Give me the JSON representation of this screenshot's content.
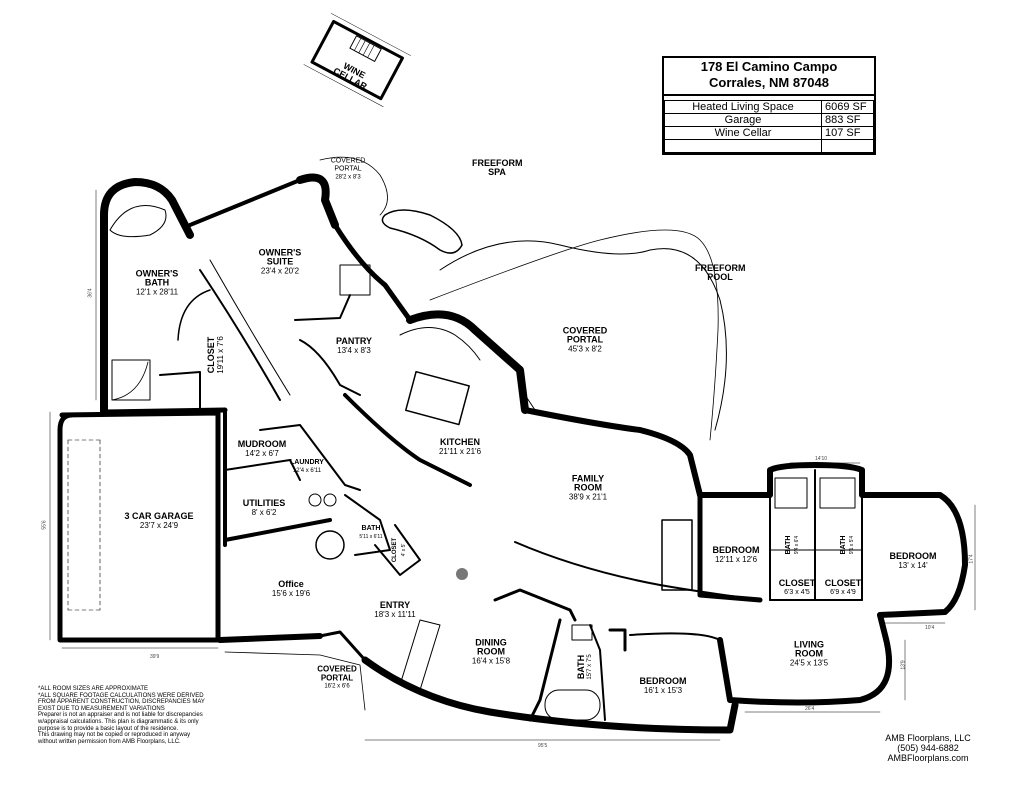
{
  "property": {
    "address_line1": "178 El Camino Campo",
    "address_line2": "Corrales, NM 87048",
    "areas": [
      {
        "label": "Heated Living Space",
        "value": "6069 SF"
      },
      {
        "label": "Garage",
        "value": "883 SF"
      },
      {
        "label": "Wine Cellar",
        "value": "107 SF"
      }
    ]
  },
  "rooms": {
    "wine_cellar": {
      "name": "WINE CELLAR"
    },
    "covered_portal_north": {
      "name": "COVERED PORTAL",
      "size": "28'2 x 8'3"
    },
    "freeform_spa": {
      "name": "FREEFORM SPA"
    },
    "freeform_pool": {
      "name": "FREEFORM POOL"
    },
    "owners_bath": {
      "name": "OWNER'S BATH",
      "size": "12'1 x 28'11"
    },
    "owners_suite": {
      "name": "OWNER'S SUITE",
      "size": "23'4 x 20'2"
    },
    "closet_owner": {
      "name": "CLOSET",
      "size": "19'11 x 7'6"
    },
    "pantry": {
      "name": "PANTRY",
      "size": "13'4 x 8'3"
    },
    "covered_portal_east": {
      "name": "COVERED PORTAL",
      "size": "45'3 x 8'2"
    },
    "kitchen": {
      "name": "KITCHEN",
      "size": "21'11 x 21'6"
    },
    "mudroom": {
      "name": "MUDROOM",
      "size": "14'2 x 6'7"
    },
    "laundry": {
      "name": "LAUNDRY",
      "size": "12'4 x 6'11"
    },
    "utilities": {
      "name": "UTILITIES",
      "size": "8' x 6'2"
    },
    "garage": {
      "name": "3 CAR GARAGE",
      "size": "23'7 x 24'9"
    },
    "bath_laundry": {
      "name": "BATH",
      "size": "5'11 x 6'11"
    },
    "closet_laundry": {
      "name": "CLOSET",
      "size": "4' x 5'"
    },
    "family_room": {
      "name": "FAMILY ROOM",
      "size": "38'9 x 21'1"
    },
    "bedroom_east1": {
      "name": "BEDROOM",
      "size": "12'11 x 12'6"
    },
    "bath_east1": {
      "name": "BATH",
      "size": "9'4 x 6'4"
    },
    "bath_east2": {
      "name": "BATH",
      "size": "9'1 x 5'4"
    },
    "closet_east1": {
      "name": "CLOSET",
      "size": "6'3 x 4'5"
    },
    "closet_east2": {
      "name": "CLOSET",
      "size": "6'9 x 4'9"
    },
    "bedroom_east2": {
      "name": "BEDROOM",
      "size": "13' x 14'"
    },
    "office": {
      "name": "Office",
      "size": "15'6 x 19'6"
    },
    "entry": {
      "name": "ENTRY",
      "size": "18'3 x 11'11"
    },
    "dining_room": {
      "name": "DINING ROOM",
      "size": "16'4 x 15'8"
    },
    "bath_south": {
      "name": "BATH",
      "size": "15'7 x 7'5"
    },
    "bedroom_south": {
      "name": "BEDROOM",
      "size": "16'1 x 15'3"
    },
    "living_room": {
      "name": "LIVING ROOM",
      "size": "24'5 x 13'5"
    },
    "covered_portal_south": {
      "name": "COVERED PORTAL",
      "size": "16'2 x 6'6"
    }
  },
  "dimensions": {
    "garage_width": "39'9",
    "garage_height": "55'6",
    "west_wall": "36'4",
    "south_total": "95'5",
    "bedroom_east_top": "14'10",
    "living_bottom": "26'4",
    "living_right": "13'9",
    "east_right": "17'4",
    "east_mid": "10'4"
  },
  "disclaimer": [
    "*ALL ROOM SIZES ARE APPROXIMATE",
    "*ALL SQUARE FOOTAGE CALCULATIONS WERE DERIVED FROM APPARENT CONSTRUCTION, DISCREPANCIES MAY EXIST DUE TO MEASUREMENT VARIATIONS",
    "Preparer is not an appraiser and is not liable for discrepancies w/appraisal calculations. This plan is diagrammatic & its only purpose is to provide a basic layout of the residence.",
    "This drawing may not be copied or reproduced in anyway without written permission from AMB Floorplans, LLC."
  ],
  "company": {
    "name": "AMB Floorplans, LLC",
    "phone": "(505) 944-6882",
    "website": "AMBFloorplans.com"
  }
}
